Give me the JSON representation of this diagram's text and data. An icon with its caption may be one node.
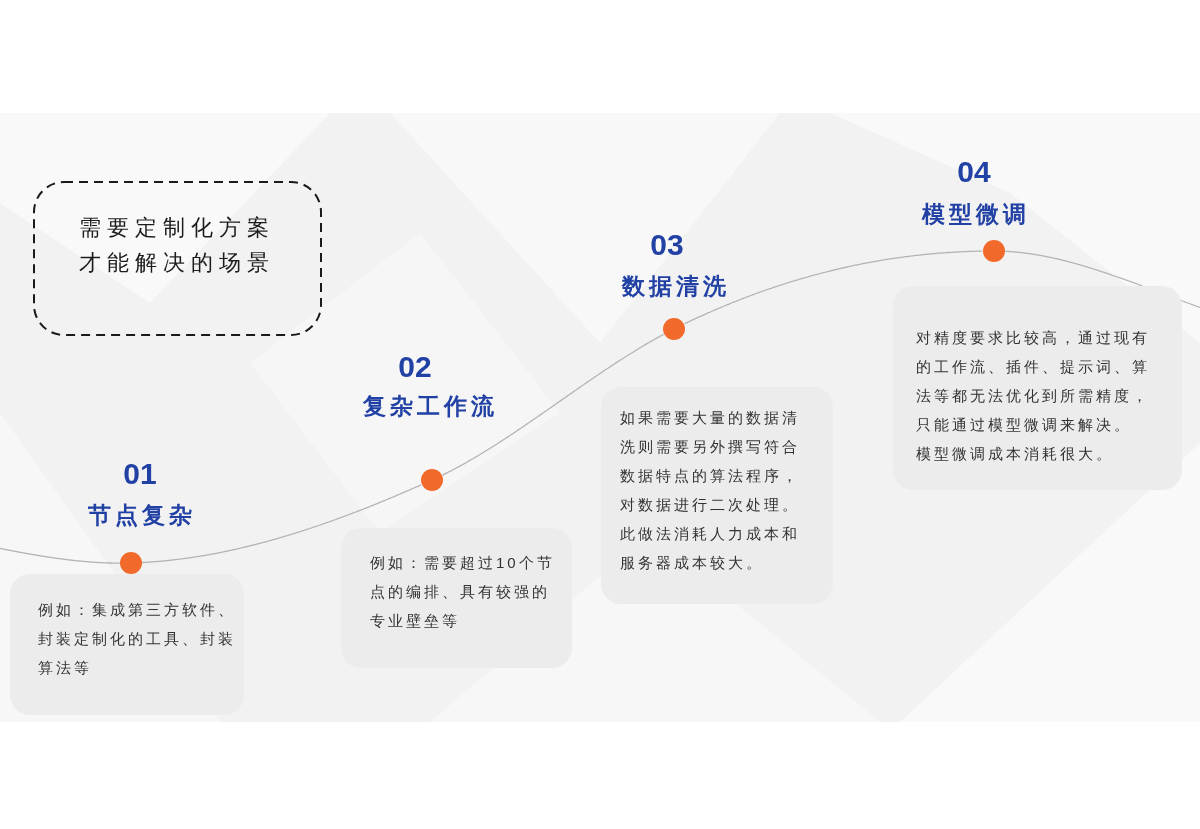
{
  "diagram": {
    "nodes": [
      {
        "text": [
          "需要定制化方案才能解决的场景"
        ]
      },
      {
        "text": [],
        "shape": "circle",
        "beside": [
          "01",
          "节点复杂"
        ]
      },
      {
        "text": [
          "例如：集成第三方软件、封装定制化的工具、封装算法等"
        ]
      },
      {
        "text": [],
        "shape": "circle",
        "beside": [
          "02",
          "复杂工作流"
        ]
      },
      {
        "text": [
          "例如：需要超过10个节点的编排、具有较强的专业壁垒等"
        ]
      },
      {
        "text": [],
        "shape": "circle",
        "beside": [
          "03",
          "数据清洗"
        ]
      },
      {
        "text": [
          "如果需要大量的数据清洗则需要另外撰写符合数据特点的算法程序，对数据进行二次处理。此做法消耗人力成本和服务器成本较大。"
        ]
      },
      {
        "text": [],
        "shape": "circle",
        "beside": [
          "04",
          "模型微调"
        ]
      },
      {
        "text": [
          "对精度要求比较高，通过现有的工作流、插件、提示词、算法等都无法优化到所需精度，只能通过模型微调来解决。",
          "模型微调成本消耗很大。"
        ]
      }
    ],
    "edges": [
      {
        "from": null,
        "to": 1,
        "arrow": "none"
      },
      {
        "from": 1,
        "to": 3,
        "arrow": "none"
      },
      {
        "from": 3,
        "to": 5,
        "arrow": "none"
      },
      {
        "from": 5,
        "to": 7,
        "arrow": "none"
      },
      {
        "from": 7,
        "to": null,
        "arrow": "none"
      }
    ]
  }
}
